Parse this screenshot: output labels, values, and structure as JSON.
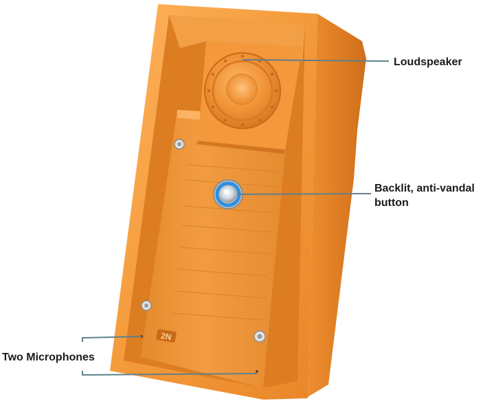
{
  "callouts": {
    "loudspeaker": "Loudspeaker",
    "button_line1": "Backlit, anti-vandal",
    "button_line2": "button",
    "microphones": "Two Microphones"
  },
  "logo": {
    "text": "2N"
  },
  "colors": {
    "housing": "#f39a3a",
    "housing_dark": "#d9741c",
    "housing_light": "#ffbe6e",
    "leader_line": "#5f7f8c",
    "button_ring": "#2f8fe0",
    "label_text": "#1a1a1a"
  }
}
